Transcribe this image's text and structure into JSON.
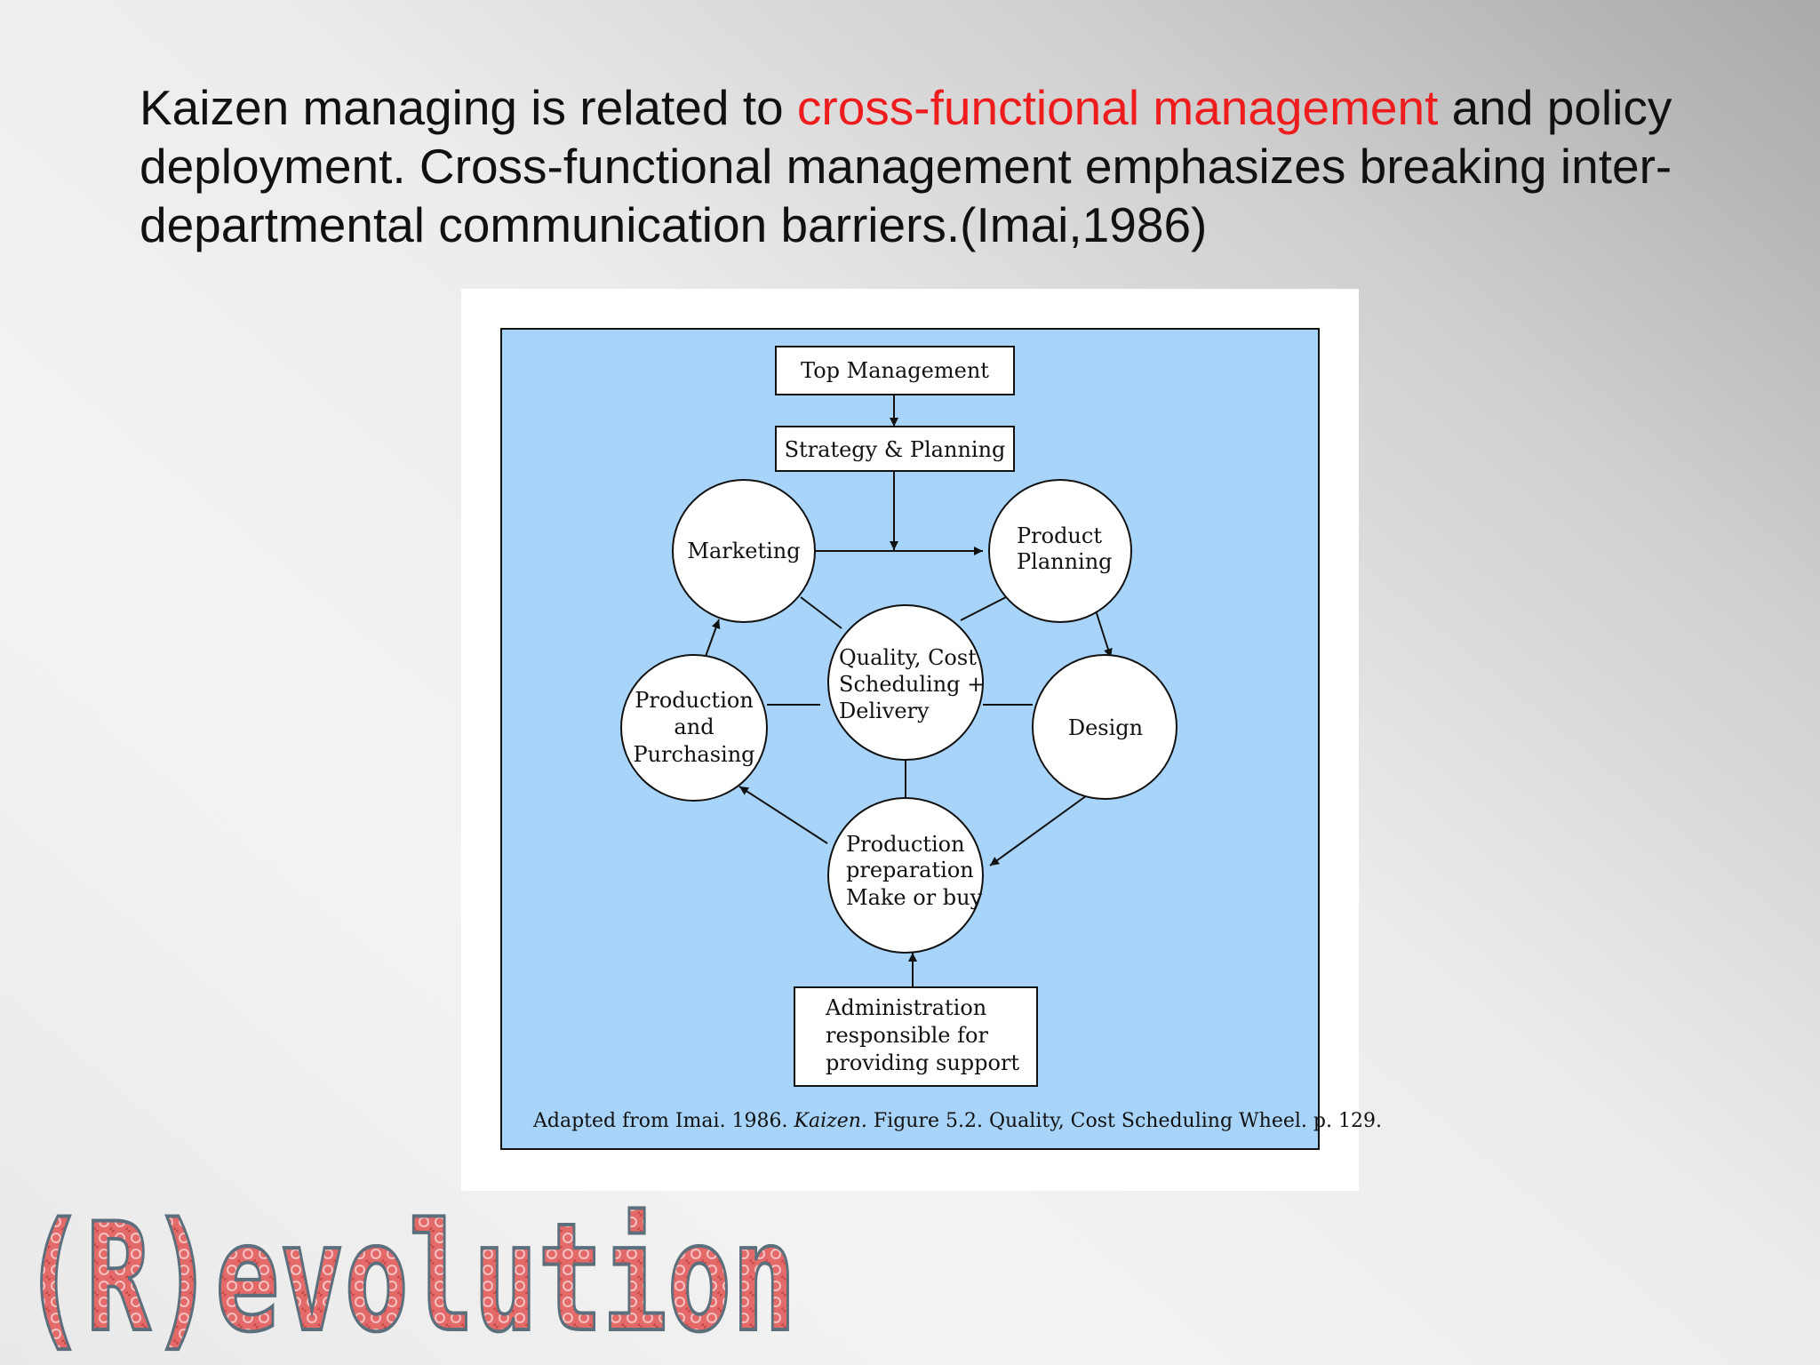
{
  "slide": {
    "text_part1": "Kaizen managing is related to ",
    "text_highlight": "cross-functional management",
    "text_part2": " and policy deployment. Cross-functional management emphasizes breaking inter-departmental communication barriers.(Imai,1986)",
    "highlight_color": "#ee1c1c"
  },
  "diagram": {
    "background_color": "#a8d4fa",
    "top_management": "Top Management",
    "strategy_planning": "Strategy & Planning",
    "marketing": "Marketing",
    "product_planning": [
      "Product",
      "Planning"
    ],
    "center": [
      "Quality, Cost",
      "Scheduling +",
      "Delivery"
    ],
    "production_purchasing": [
      "Production",
      "and",
      "Purchasing"
    ],
    "design": "Design",
    "production_preparation": [
      "Production",
      "preparation",
      "Make or buy"
    ],
    "administration": [
      "Administration",
      "responsible for",
      "providing support"
    ],
    "caption_prefix": "Adapted from Imai. 1986. ",
    "caption_italic": "Kaizen.",
    "caption_suffix": " Figure 5.2. Quality, Cost Scheduling Wheel. p. 129."
  },
  "logo": {
    "text": "(R)evolution",
    "paren_color": "#2f6fd6",
    "letters_color": "#e46a6a"
  }
}
